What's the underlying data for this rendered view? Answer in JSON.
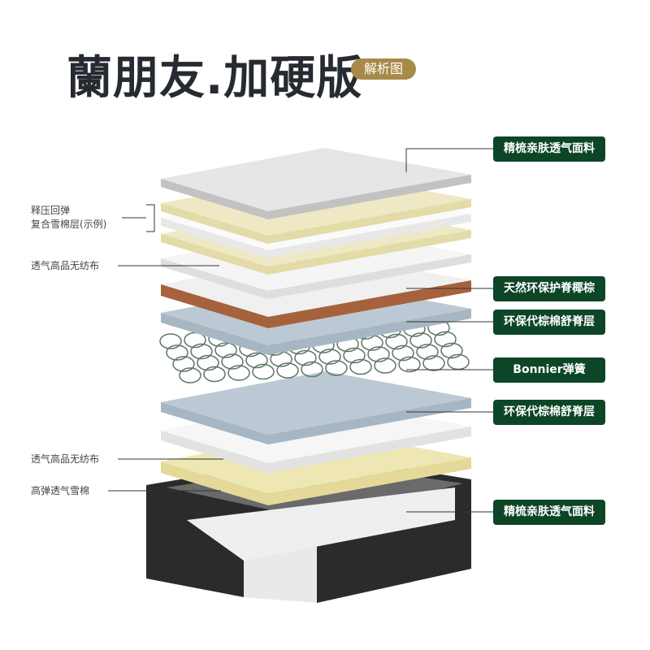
{
  "header": {
    "title": "蘭朋友.加硬版",
    "badge": "解析图"
  },
  "right_labels": [
    "精梳亲肤透气面料",
    "天然环保护脊椰棕",
    "环保代棕棉舒脊层",
    "Bonnier弹簧",
    "环保代棕棉舒脊层",
    "精梳亲肤透气面料"
  ],
  "left_labels": {
    "foam_line1": "释压回弹",
    "foam_line2": "复合雪棉层(示例)",
    "nonwoven_top": "透气高品无纺布",
    "nonwoven_bottom": "透气高品无纺布",
    "snow_foam": "高弹透气雪棉"
  },
  "colors": {
    "tag_green": "#0d4527",
    "badge_gold": "#a88a48"
  }
}
